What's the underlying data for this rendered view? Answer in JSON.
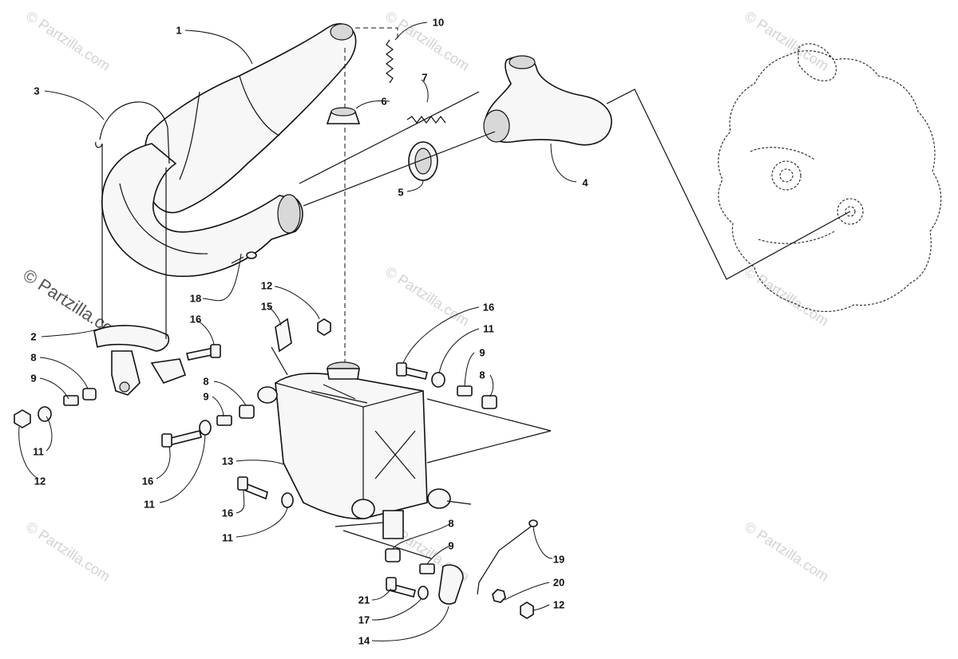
{
  "watermarks": {
    "small": "© Partzilla.com",
    "large": "© Partzilla.com"
  },
  "callouts": {
    "c1": "1",
    "c2": "2",
    "c3": "3",
    "c4": "4",
    "c5": "5",
    "c6": "6",
    "c7": "7",
    "c8a": "8",
    "c8b": "8",
    "c8c": "8",
    "c8d": "8",
    "c9a": "9",
    "c9b": "9",
    "c9c": "9",
    "c9d": "9",
    "c10": "10",
    "c11a": "11",
    "c11b": "11",
    "c11c": "11",
    "c11d": "11",
    "c12a": "12",
    "c12b": "12",
    "c12c": "12",
    "c13": "13",
    "c14": "14",
    "c15": "15",
    "c16a": "16",
    "c16b": "16",
    "c16c": "16",
    "c16d": "16",
    "c17": "17",
    "c18": "18",
    "c19": "19",
    "c20": "20",
    "c21": "21"
  }
}
